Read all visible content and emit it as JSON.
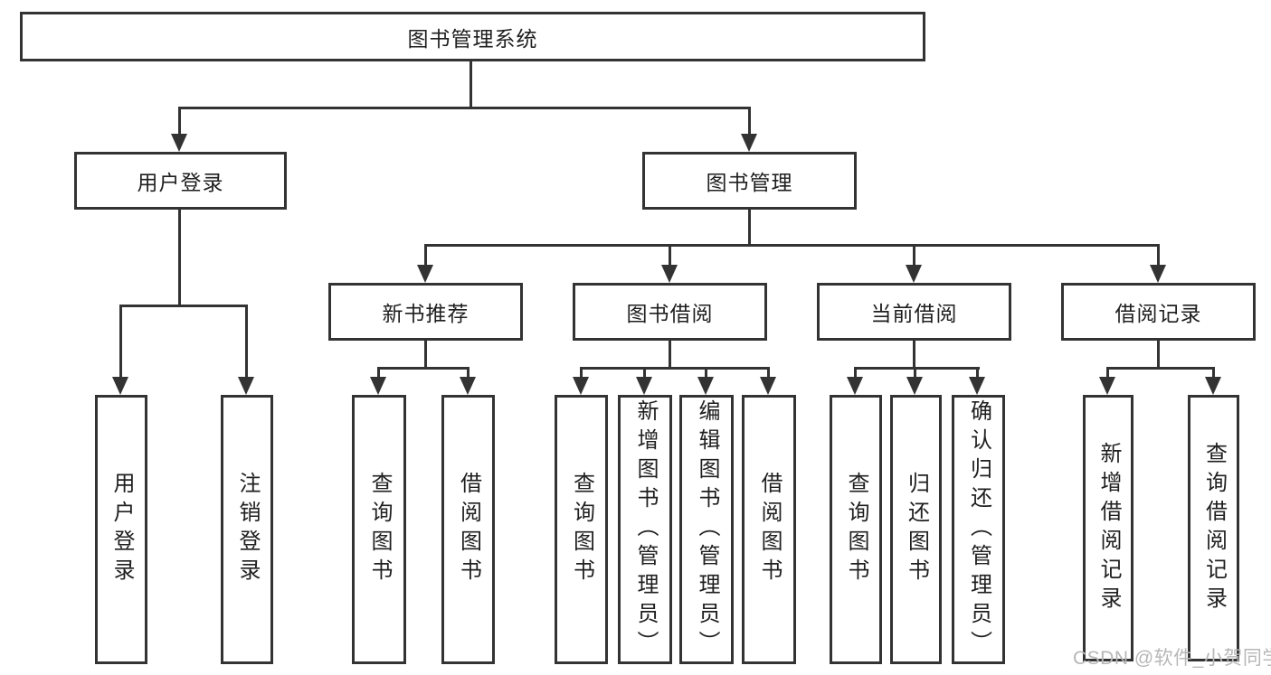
{
  "diagram": {
    "title": "图书管理系统",
    "branches": [
      {
        "label": "用户登录",
        "children": [
          "用户登录",
          "注销登录"
        ]
      },
      {
        "label": "图书管理",
        "groups": [
          {
            "label": "新书推荐",
            "children": [
              "查询图书",
              "借阅图书"
            ]
          },
          {
            "label": "图书借阅",
            "children": [
              "查询图书",
              "新增图书（管理员）",
              "编辑图书（管理员）",
              "借阅图书"
            ]
          },
          {
            "label": "当前借阅",
            "children": [
              "查询图书",
              "归还图书",
              "确认归还（管理员）"
            ]
          },
          {
            "label": "借阅记录",
            "children": [
              "新增借阅记录",
              "查询借阅记录"
            ]
          }
        ]
      }
    ]
  },
  "watermark": "CSDN @软件_小贺同学",
  "colors": {
    "line": "#333333",
    "text": "#1f1f1f",
    "watermark": "#b7b7b7",
    "background": "#ffffff"
  }
}
